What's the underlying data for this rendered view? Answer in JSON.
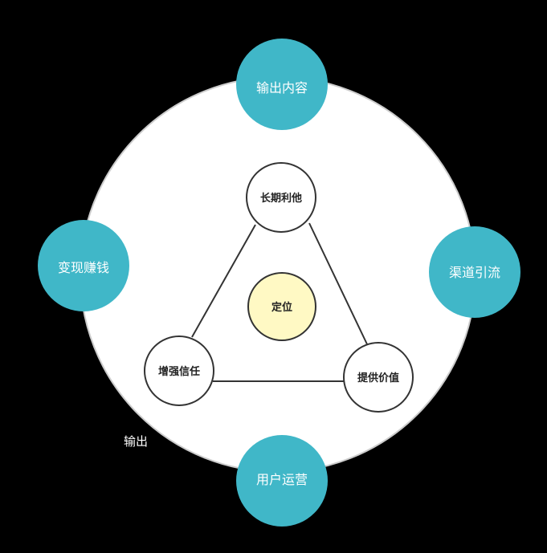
{
  "diagram": {
    "colors": {
      "background": "#000000",
      "big_circle": "#ffffff",
      "outer_node": "#40b7c8",
      "inner_node": "#ffffff",
      "center_node": "#fff9c4",
      "stroke": "#333333"
    },
    "outer_nodes": {
      "top": "输出内容",
      "right": "渠道引流",
      "bottom": "用户运营",
      "left": "变现赚钱"
    },
    "inner_nodes": {
      "top": "长期利他",
      "right": "提供价值",
      "left": "增强信任"
    },
    "center": "定位",
    "free_label": "输出"
  }
}
